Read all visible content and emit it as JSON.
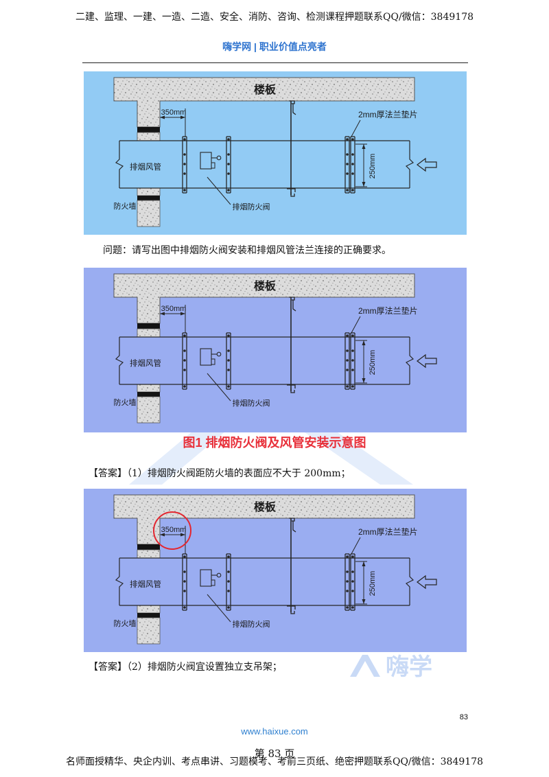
{
  "header": {
    "top_line": "二建、监理、一建、一造、二造、安全、消防、咨询、检测课程押题联系QQ/微信：3849178",
    "brand": "嗨学网 | 职业价值点亮者"
  },
  "diagrams": [
    {
      "background": "#92cbf4",
      "highlight_dim_350": false,
      "labels": {
        "slab": "楼板",
        "dim_350": "350mm",
        "gasket": "2mm厚法兰垫片",
        "duct": "排烟风管",
        "dim_250": "250mm",
        "fire_wall": "防火墙",
        "damper": "排烟防火阀"
      }
    },
    {
      "background": "#9aadf1",
      "highlight_dim_350": false,
      "labels": {
        "slab": "楼板",
        "dim_350": "350mm",
        "gasket": "2mm厚法兰垫片",
        "duct": "排烟风管",
        "dim_250": "250mm",
        "fire_wall": "防火墙",
        "damper": "排烟防火阀"
      }
    },
    {
      "background": "#9aadf1",
      "highlight_dim_350": true,
      "labels": {
        "slab": "楼板",
        "dim_350": "350mm",
        "gasket": "2mm厚法兰垫片",
        "duct": "排烟风管",
        "dim_250": "250mm",
        "fire_wall": "防火墙",
        "damper": "排烟防火阀"
      }
    }
  ],
  "question": "问题：请写出图中排烟防火阀安装和排烟风管法兰连接的正确要求。",
  "caption": "图1  排烟防火阀及风管安装示意图",
  "answers": [
    "【答案】（1）排烟防火阀距防火墙的表面应不大于 200mm；",
    "【答案】（2）排烟防火阀宜设置独立支吊架；"
  ],
  "footer": {
    "page_number": "83",
    "website": "www.haixue.com",
    "page_label": "第 83 页",
    "bottom_line": "名师面授精华、央企内训、考点串讲、习题模考、考前三页纸、绝密押题联系QQ/微信：3849178"
  },
  "watermark": {
    "logo_text": "嗨学"
  },
  "colors": {
    "brand": "#2f74cf",
    "caption": "#e8303a",
    "website": "#2f80d0",
    "line": "#262626",
    "concrete": "#dcdcdc",
    "speck": "#6e6e6e",
    "seal_band": "#141414",
    "highlight": "#e3262f",
    "watermark": "#c9daf6"
  }
}
